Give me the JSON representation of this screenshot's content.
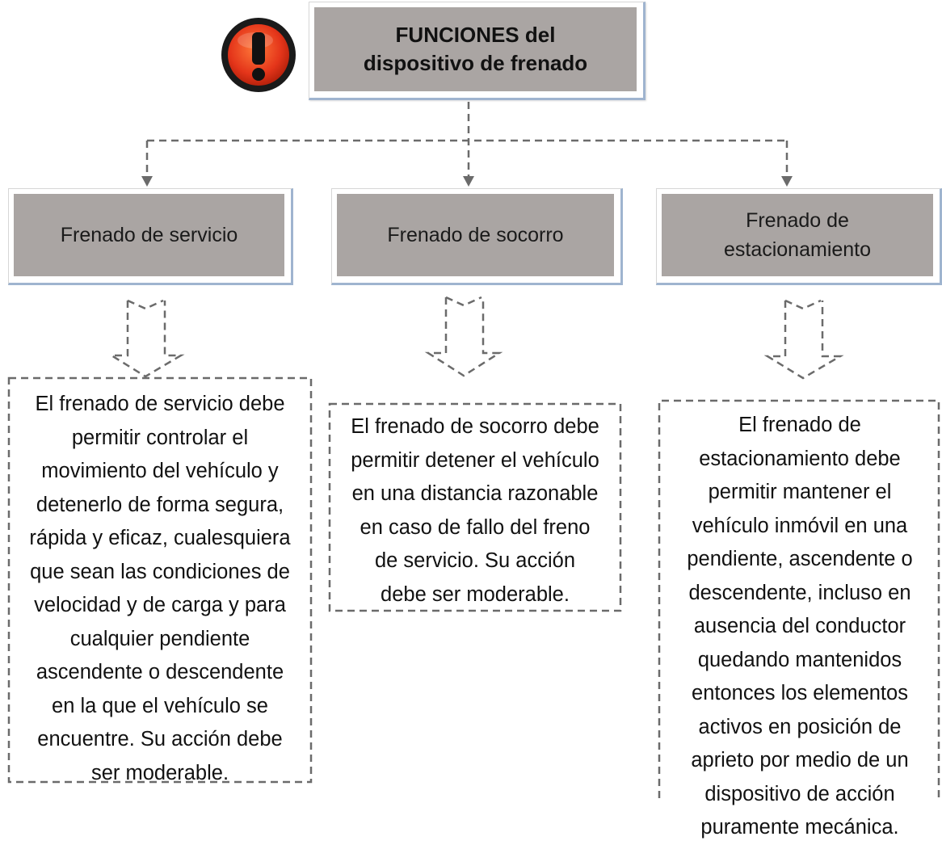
{
  "header": {
    "title_line1": "FUNCIONES del",
    "title_line2": "dispositivo de frenado"
  },
  "icons": {
    "alert": "exclamation-icon",
    "alert_color": "#e8431e"
  },
  "categories": [
    {
      "label_lines": [
        "Frenado de servicio"
      ],
      "description_lines": [
        "El frenado de servicio debe",
        "permitir controlar el",
        "movimiento del vehículo y",
        "detenerlo de forma segura,",
        "rápida y eficaz, cualesquiera",
        "que sean las condiciones de",
        "velocidad y de carga y para",
        "cualquier pendiente",
        "ascendente o descendente",
        "en la que el vehículo se",
        "encuentre. Su acción debe",
        "ser moderable."
      ]
    },
    {
      "label_lines": [
        "Frenado de socorro"
      ],
      "description_lines": [
        "El frenado de socorro debe",
        "permitir detener el vehículo",
        "en una distancia razonable",
        "en caso de fallo del freno",
        "de servicio. Su acción",
        "debe ser moderable."
      ]
    },
    {
      "label_lines": [
        "Frenado de",
        "estacionamiento"
      ],
      "description_lines": [
        "El frenado de",
        "estacionamiento debe",
        "permitir mantener el",
        "vehículo inmóvil en una",
        "pendiente, ascendente o",
        "descendente, incluso en",
        "ausencia del conductor",
        "quedando mantenidos",
        "entonces los elementos",
        "activos en posición de",
        "aprieto por medio de un",
        "dispositivo de acción",
        "puramente mecánica."
      ]
    }
  ],
  "colors": {
    "box_fill": "#aaa5a3",
    "box_shadow": "#9fb4cf",
    "dash": "#666666"
  }
}
